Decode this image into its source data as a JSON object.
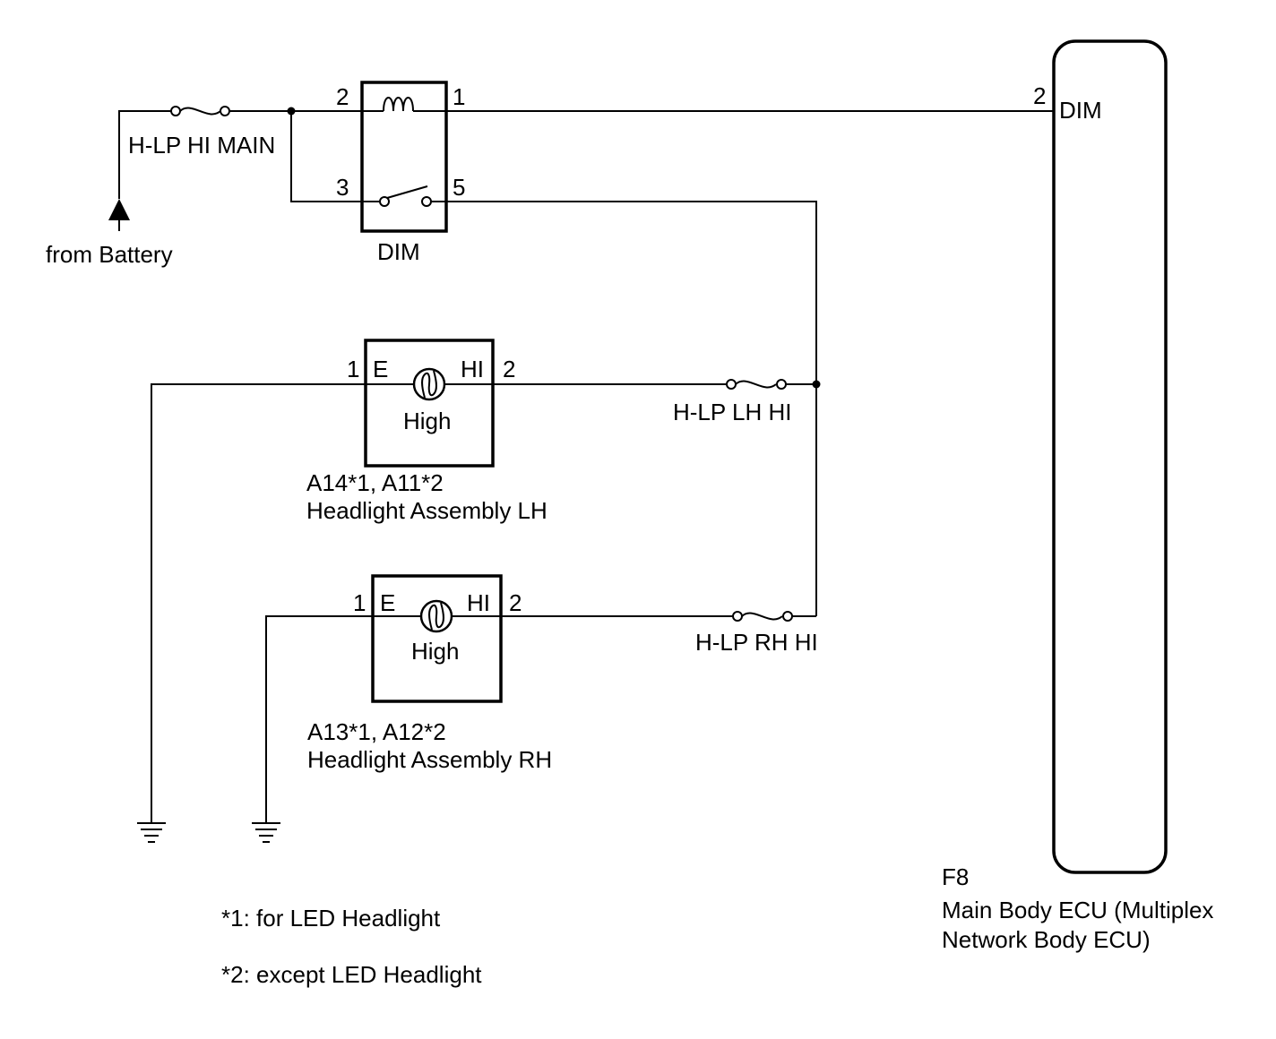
{
  "battery": {
    "label": "from Battery"
  },
  "fuses": {
    "main": "H-LP HI MAIN",
    "lh": "H-LP LH HI",
    "rh": "H-LP RH HI"
  },
  "relay": {
    "name": "DIM",
    "pin_coil_in": "2",
    "pin_coil_out": "1",
    "pin_switch_in": "3",
    "pin_switch_out": "5"
  },
  "ecu": {
    "pin_number": "2",
    "pin_name": "DIM",
    "code": "F8",
    "name_line1": "Main Body ECU (Multiplex",
    "name_line2": "Network Body ECU)"
  },
  "headlight_lh": {
    "pin_left": "1",
    "pin_left_name": "E",
    "pin_right_name": "HI",
    "pin_right": "2",
    "bulb_label": "High",
    "code": "A14*1, A11*2",
    "name": "Headlight Assembly LH"
  },
  "headlight_rh": {
    "pin_left": "1",
    "pin_left_name": "E",
    "pin_right_name": "HI",
    "pin_right": "2",
    "bulb_label": "High",
    "code": "A13*1, A12*2",
    "name": "Headlight Assembly RH"
  },
  "notes": {
    "note1": "*1: for LED Headlight",
    "note2": "*2: except LED Headlight"
  }
}
